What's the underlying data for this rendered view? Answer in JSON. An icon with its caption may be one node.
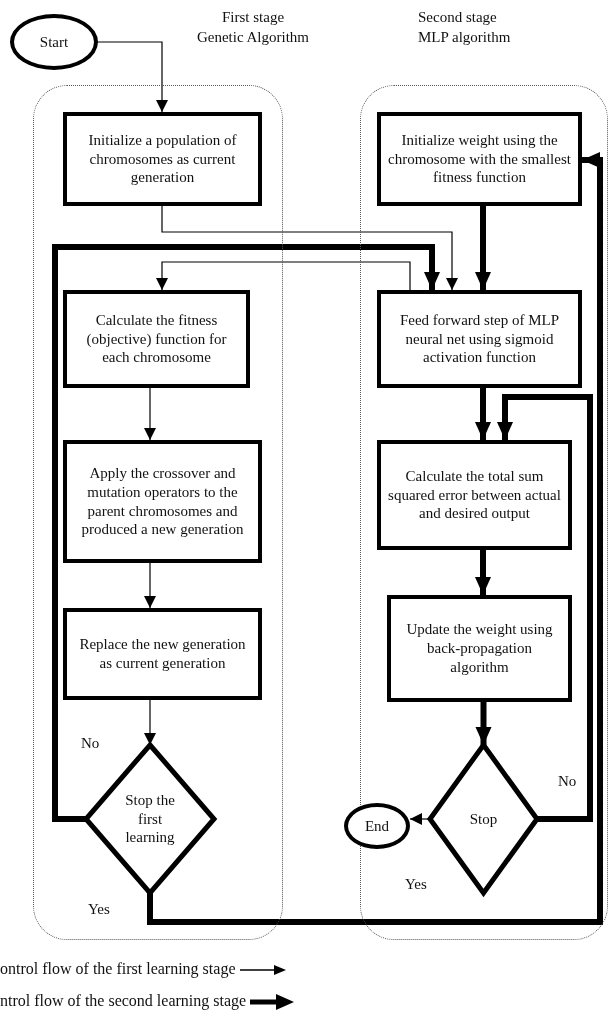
{
  "diagram": {
    "nodes": [
      {
        "text": [
          "Start"
        ]
      },
      {
        "text": [
          "First stage Genetic Algorithm"
        ]
      },
      {
        "text": [
          "Second stage MLP algorithm"
        ]
      },
      {
        "text": [
          "Initialize a population of chromosomes as current generation"
        ],
        "in": 1
      },
      {
        "text": [
          "Calculate the fitness (objective) function for each chromosome"
        ],
        "in": 1
      },
      {
        "text": [
          "Apply the crossover and mutation operators to the parent chromosomes and produced a new generation"
        ],
        "in": 1
      },
      {
        "text": [
          "Replace the new generation as current generation"
        ],
        "in": 1
      },
      {
        "text": [
          "Stop the first learning"
        ],
        "in": 1
      },
      {
        "text": [
          "Initialize weight using the chromosome with the smallest fitness function"
        ],
        "in": 2
      },
      {
        "text": [
          "Feed forward step of MLP neural net using sigmoid activation function"
        ],
        "in": 2
      },
      {
        "text": [
          "Calculate the total sum squared error between actual and desired output"
        ],
        "in": 2
      },
      {
        "text": [
          "Update the weight using back-propagation algorithm"
        ],
        "in": 2
      },
      {
        "text": [
          "Stop"
        ],
        "in": 2
      },
      {
        "text": [
          "End"
        ]
      }
    ],
    "edges": [
      {
        "from": 0,
        "to": 3,
        "arrow": "to"
      },
      {
        "from": 3,
        "to": 9,
        "arrow": "to"
      },
      {
        "from": 7,
        "to": 9,
        "arrow": "to",
        "label": "No",
        "style": "thick"
      },
      {
        "from": 9,
        "to": 4,
        "arrow": "to"
      },
      {
        "from": 4,
        "to": 5,
        "arrow": "to"
      },
      {
        "from": 5,
        "to": 6,
        "arrow": "to"
      },
      {
        "from": 6,
        "to": 7,
        "arrow": "to"
      },
      {
        "from": 8,
        "to": 9,
        "arrow": "to",
        "style": "thick"
      },
      {
        "from": 9,
        "to": 10,
        "arrow": "to",
        "style": "thick"
      },
      {
        "from": 10,
        "to": 11,
        "arrow": "to",
        "style": "thick"
      },
      {
        "from": 11,
        "to": 12,
        "arrow": "to",
        "style": "thick"
      },
      {
        "from": 12,
        "to": 10,
        "arrow": "to",
        "label": "No",
        "style": "thick"
      },
      {
        "from": 12,
        "to": 13,
        "arrow": "to",
        "label": "Yes"
      },
      {
        "from": 7,
        "to": 8,
        "arrow": "to",
        "label": "Yes",
        "style": "thick"
      }
    ],
    "legend": [
      {
        "text": "ontrol flow of the first learning stage"
      },
      {
        "text": "ntrol flow of the second learning stage"
      }
    ]
  }
}
